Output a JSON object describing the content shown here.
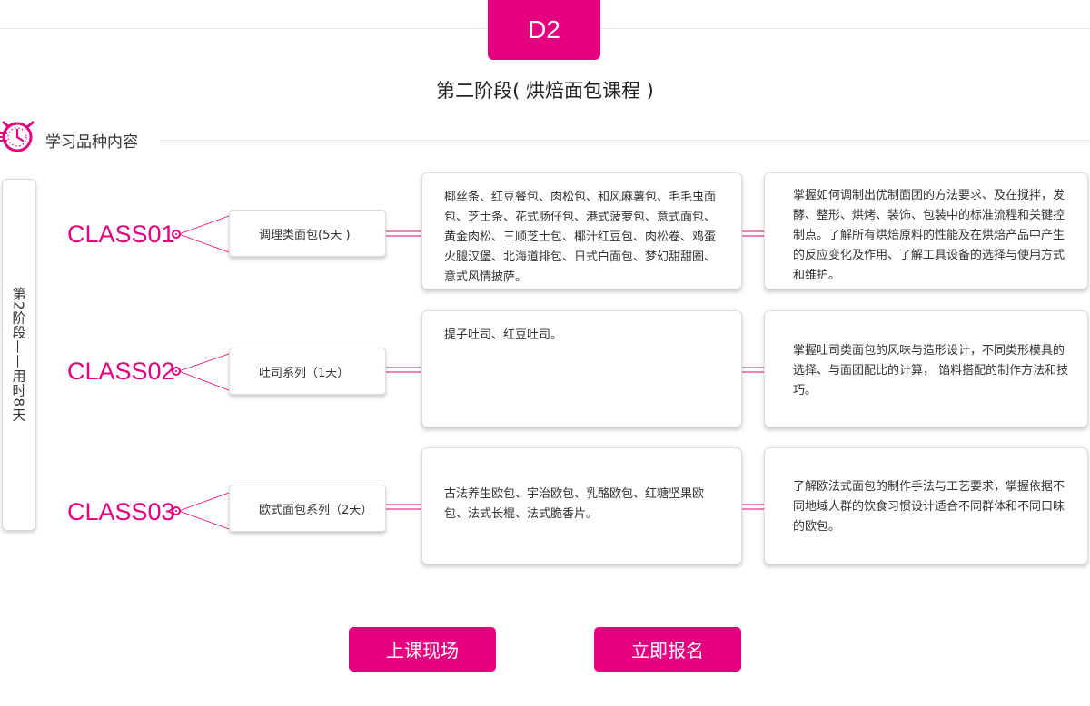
{
  "badge": "D2",
  "stage_title": "第二阶段( 烘焙面包课程 )",
  "section": {
    "label": "学习品种内容",
    "icon": "stopwatch-icon"
  },
  "side_tab": "第2阶段——用时8天",
  "classes": [
    {
      "label": "CLASS01",
      "category": "调理类面包(5天 )",
      "varieties": "椰丝条、红豆餐包、肉松包、和风麻薯包、毛毛虫面包、芝士条、花式肠仔包、港式菠萝包、意式面包、黄金肉松、三顺芝士包、椰汁红豆包、肉松卷、鸡蛋火腿汉堡、北海道排包、日式白面包、梦幻甜甜圈、意式风情披萨。",
      "goals": "掌握如何调制出优制面团的方法要求、及在搅拌，发酵、整形、烘烤、装饰、包装中的标准流程和关键控制点。了解所有烘焙原料的性能及在烘焙产品中产生的反应变化及作用、了解工具设备的选择与使用方式和维护。"
    },
    {
      "label": "CLASS02",
      "category": "吐司系列（1天）",
      "varieties": "提子吐司、红豆吐司。",
      "goals": "掌握吐司类面包的风味与造形设计，不同类形模具的选择、与面团配比的计算， 馅料搭配的制作方法和技巧。"
    },
    {
      "label": "CLASS03",
      "category": "欧式面包系列（2天）",
      "varieties": "古法养生欧包、宇治欧包、乳酪欧包、红糖坚果欧包、法式长棍、法式脆香片。",
      "goals": "了解欧法式面包的制作手法与工艺要求，掌握依据不同地域人群的饮食习惯设计适合不同群体和不同口味的欧包。"
    }
  ],
  "buttons": {
    "live": "上课现场",
    "signup": "立即报名"
  },
  "colors": {
    "accent": "#e5007f",
    "line": "#e6e6e6",
    "border": "#dcdcdc"
  }
}
